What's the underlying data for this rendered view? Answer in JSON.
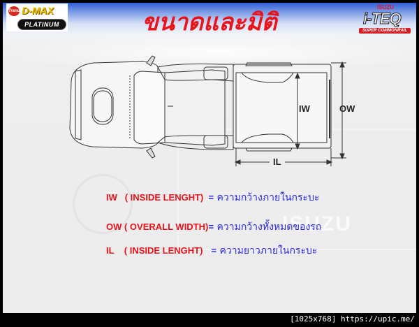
{
  "slide": {
    "title": "ขนาดและมิติ",
    "logo_left": {
      "badge": "Trendy",
      "brand": "D-MAX",
      "edition": "PLATINUM"
    },
    "logo_right": {
      "maker": "ISUZU",
      "name": "i-TEQ",
      "tagline": "SUPER COMMONRAIL"
    },
    "background_watermark": "ISUZU"
  },
  "diagram": {
    "labels": {
      "iw": "IW",
      "ow": "OW",
      "il": "IL"
    }
  },
  "legend": [
    {
      "code": "IW   ( INSIDE LENGHT)",
      "eq": "=",
      "desc": "ความกว้างภายในกระบะ"
    },
    {
      "code": "OW ( OVERALL WIDTH)",
      "eq": "=",
      "desc": "ความกว้างทั้งหมดของรถ"
    },
    {
      "code": "IL    ( INSIDE LENGHT)",
      "eq": "=",
      "desc": "ความยาวภายในกระบะ"
    }
  ],
  "colors": {
    "title": "#e8131b",
    "code": "#e8131b",
    "desc": "#2a2ae0",
    "frame": "#000000"
  },
  "footer": {
    "text": "[1025x768] https://upic.me/"
  }
}
